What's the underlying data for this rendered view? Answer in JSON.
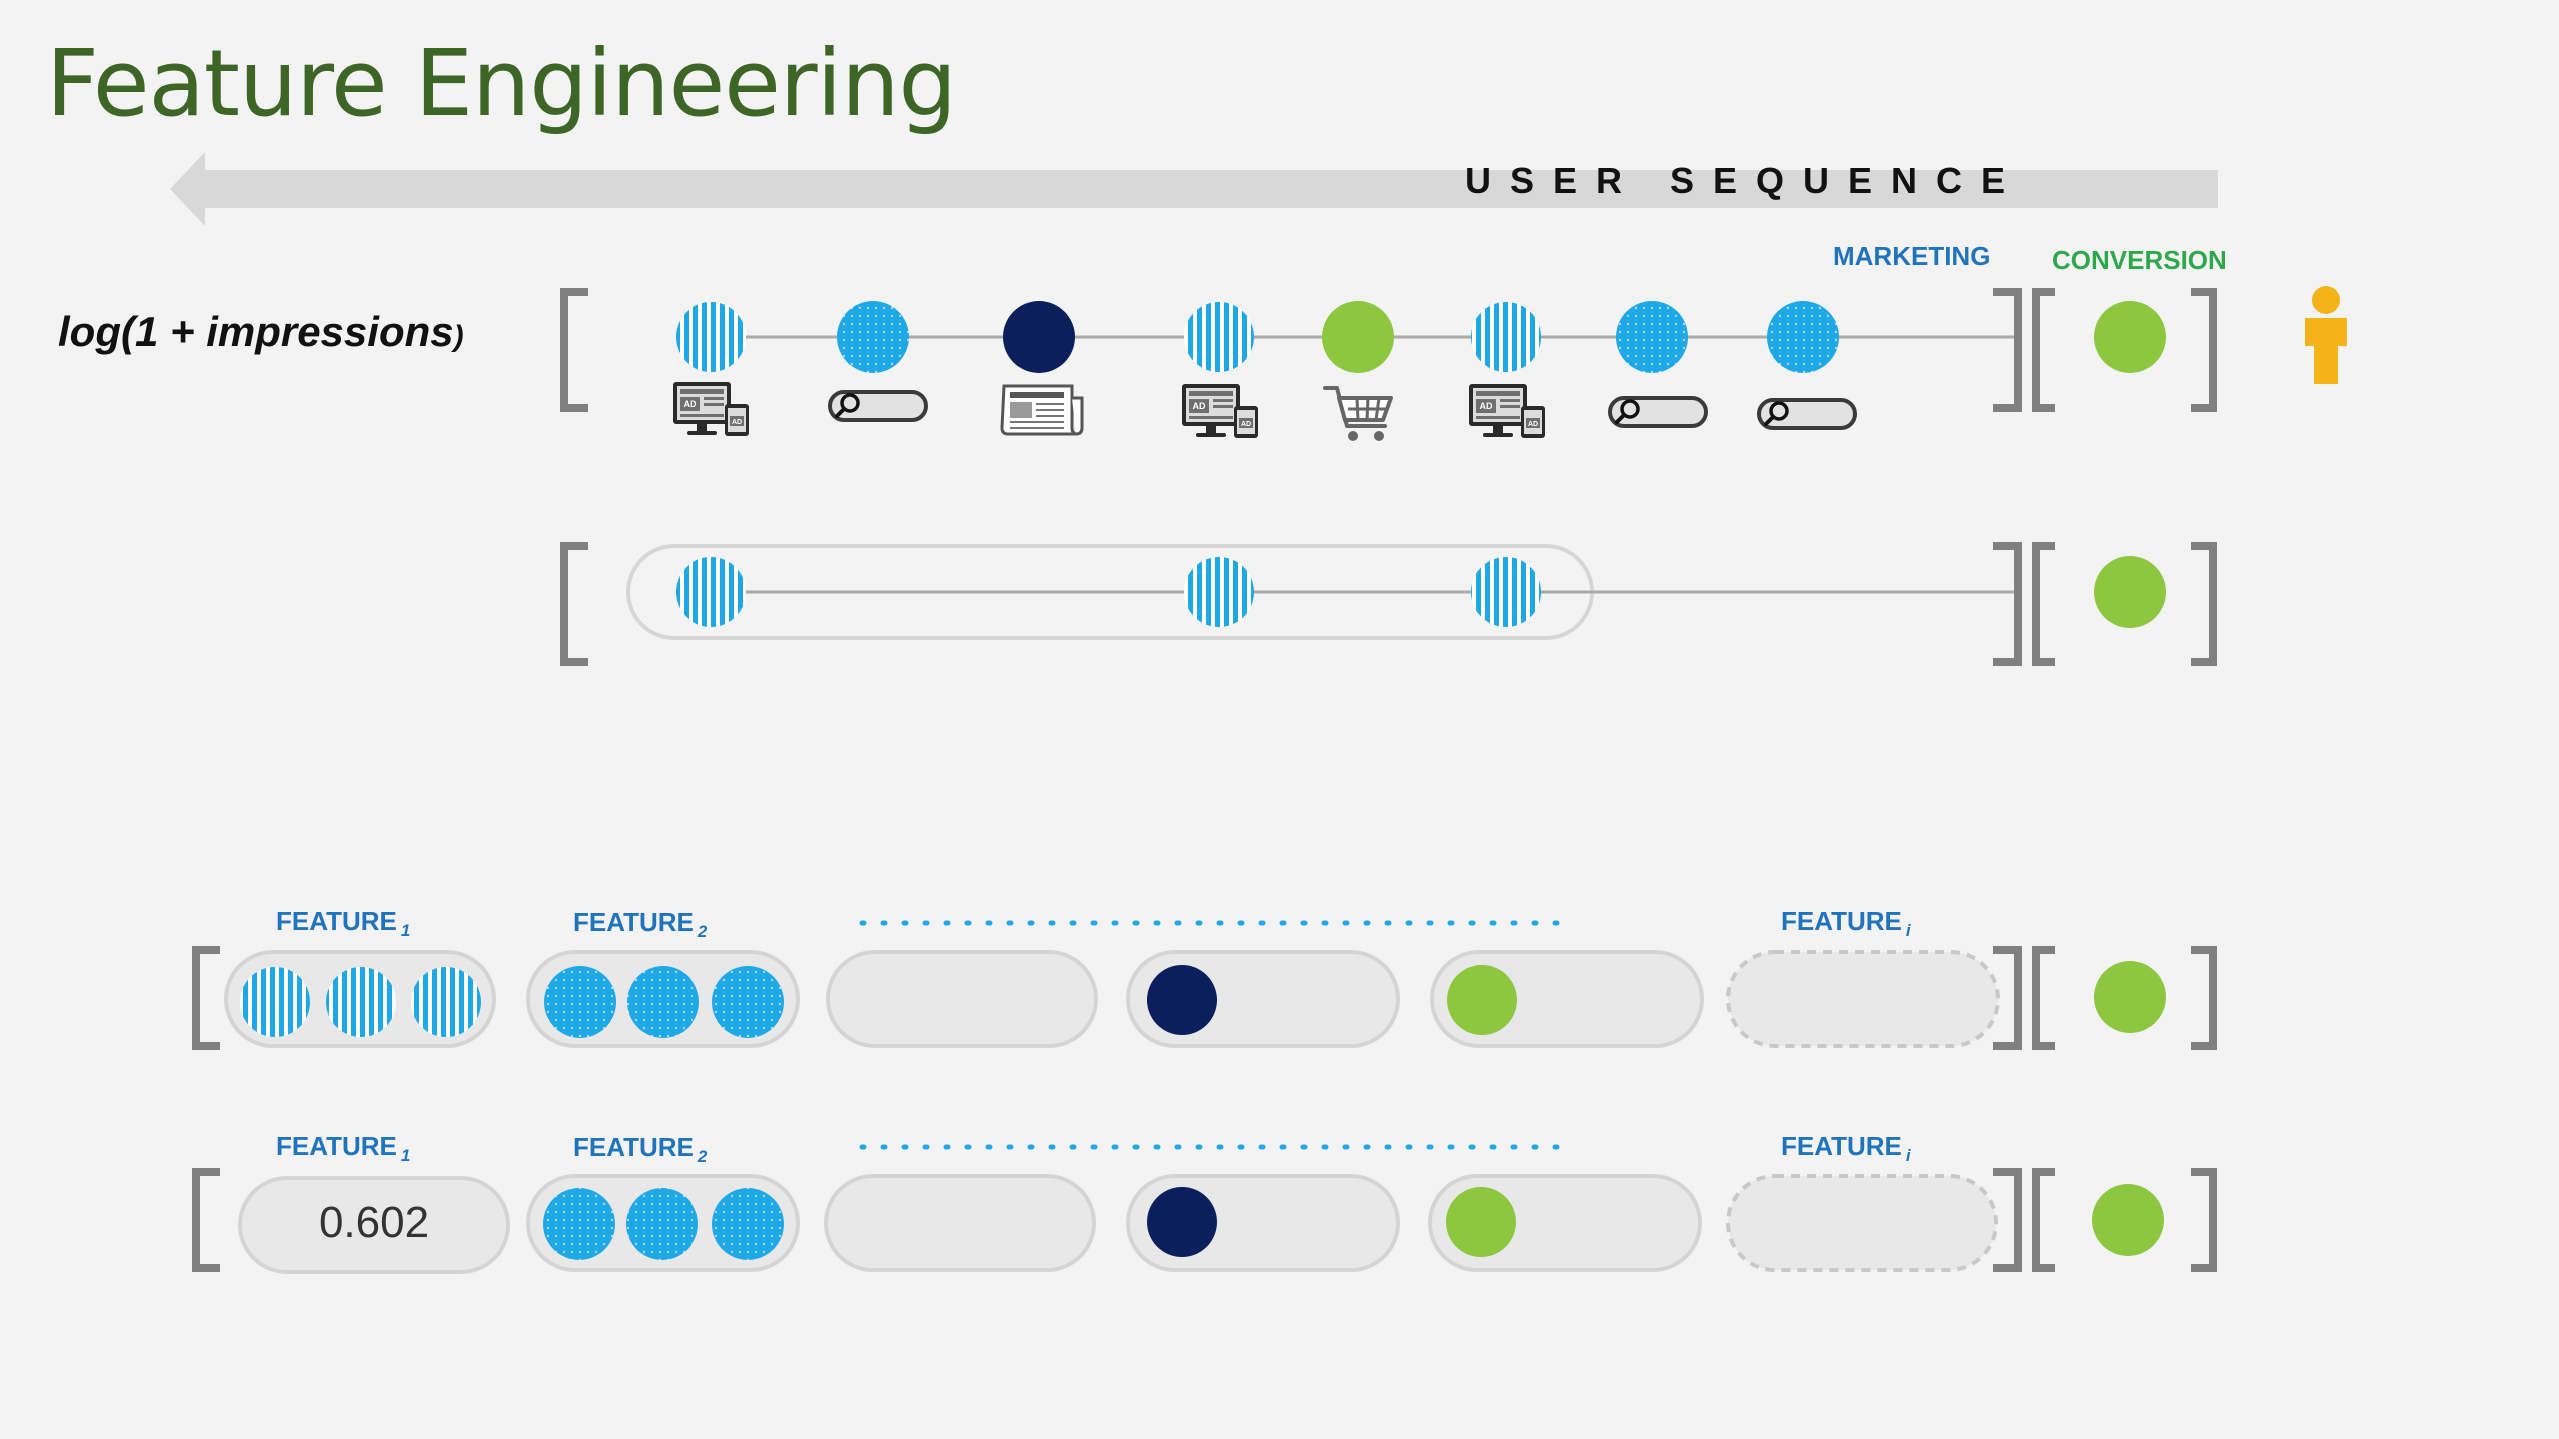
{
  "title": "Feature Engineering",
  "user_sequence_label": "USER SEQUENCE",
  "formula": {
    "main": "log(1 + impressions",
    "close": ")"
  },
  "headers": {
    "marketing": "MARKETING",
    "conversion": "CONVERSION"
  },
  "feature_rows": [
    {
      "labels": [
        {
          "name": "FEATURE",
          "sub": "1"
        },
        {
          "name": "FEATURE",
          "sub": "2"
        },
        {
          "name": "FEATURE",
          "sub": "i"
        }
      ]
    },
    {
      "labels": [
        {
          "name": "FEATURE",
          "sub": "1"
        },
        {
          "name": "FEATURE",
          "sub": "2"
        },
        {
          "name": "FEATURE",
          "sub": "i"
        }
      ],
      "value": "0.602"
    }
  ],
  "icons": {
    "display_ad": "display-ad-icon",
    "search": "search-bar-icon",
    "newspaper": "newspaper-icon",
    "cart": "shopping-cart-icon",
    "user": "user-icon"
  },
  "colors": {
    "title": "#3d6526",
    "light_blue": "#1ea8e8",
    "dark_navy": "#0a1f5c",
    "green": "#8dc63f",
    "label_blue": "#1f74bd",
    "label_green": "#2ea84a",
    "bracket": "#808080",
    "user": "#f5b31a"
  }
}
